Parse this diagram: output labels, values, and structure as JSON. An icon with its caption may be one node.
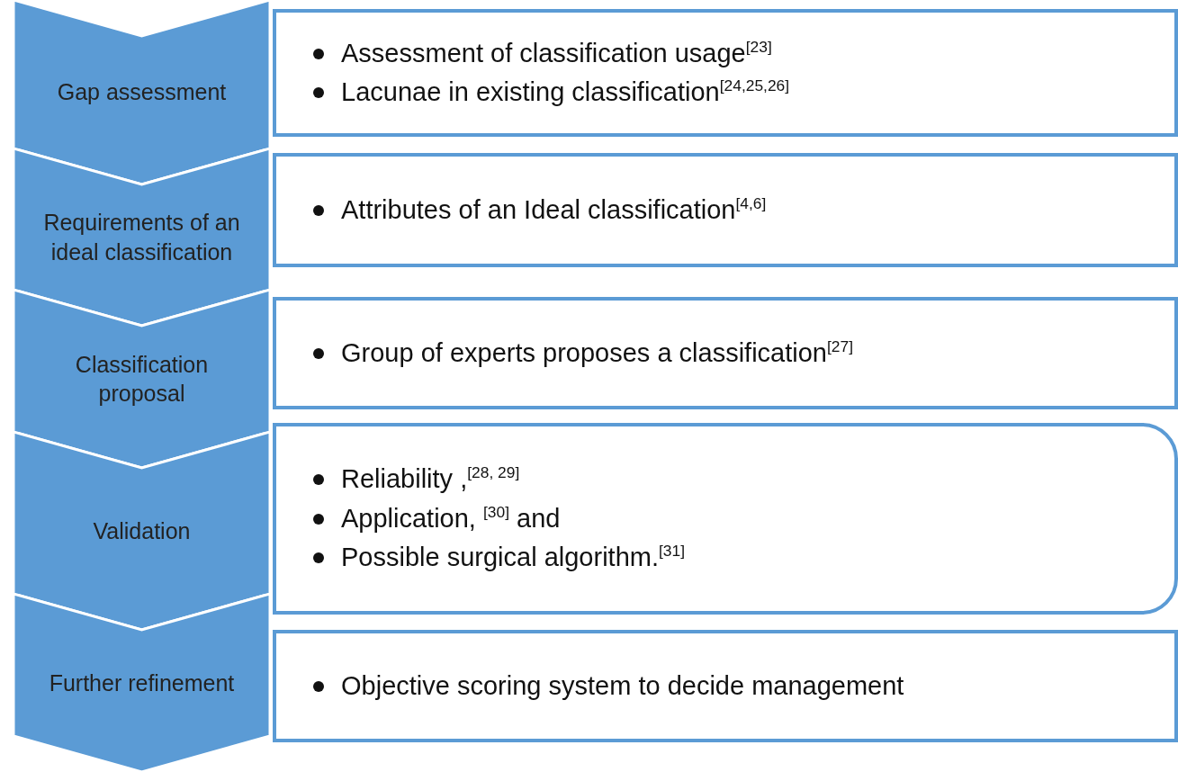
{
  "diagram": {
    "nodes": [
      {
        "text": [
          "Gap assessment"
        ]
      },
      {
        "text": [
          "Requirements of an ideal classification"
        ]
      },
      {
        "text": [
          "Classification proposal"
        ]
      },
      {
        "text": [
          "Validation"
        ]
      },
      {
        "text": [
          "Further refinement"
        ]
      },
      {
        "text": [
          "Assessment of classification usage$^{[23]}$",
          "Lacunae in existing classification$^{[24,25,26]}$"
        ]
      },
      {
        "text": [
          "Attributes of an Ideal classification$^{[4,6]}$"
        ]
      },
      {
        "text": [
          "Group of experts proposes a classification$^{[27]}$"
        ]
      },
      {
        "text": [
          "Reliability ,$^{[28, 29]}$",
          "Application, $^{[30]}$ and",
          "Possible surgical algorithm.$^{[31]}$"
        ]
      },
      {
        "text": [
          "Objective scoring system to decide management"
        ]
      }
    ]
  }
}
